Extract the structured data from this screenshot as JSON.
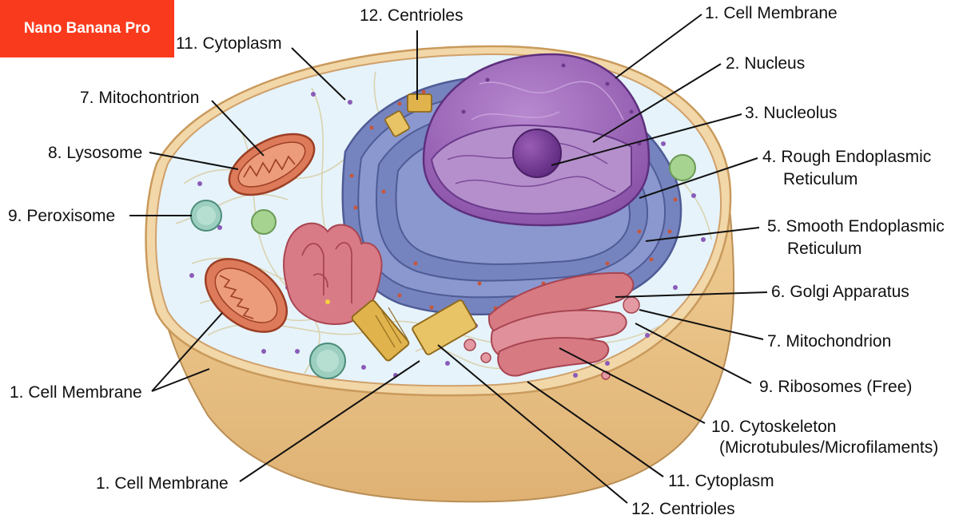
{
  "badge": {
    "text": "Nano Banana Pro"
  },
  "labels": {
    "cell_membrane_top": "1. Cell Membrane",
    "nucleus": "2. Nucleus",
    "nucleolus": "3. Nucleolus",
    "rough_er_1": "4. Rough Endoplasmic",
    "rough_er_2": "Reticulum",
    "smooth_er_1": "5. Smooth Endoplasmic",
    "smooth_er_2": "Reticulum",
    "golgi": "6. Golgi Apparatus",
    "mitochondrion_right": "7. Mitochondrion",
    "ribosomes": "9. Ribosomes (Free)",
    "cytoskeleton_1": "10. Cytoskeleton",
    "cytoskeleton_2": "(Microtubules/Microfilaments)",
    "cytoplasm_bottom": "11. Cytoplasm",
    "centrioles_bottom": "12. Centrioles",
    "centrioles_top": "12. Centrioles",
    "cytoplasm_top": "11. Cytoplasm",
    "mitochondrion_left": "7. Mitochontrion",
    "lysosome": "8. Lysosome",
    "peroxisome": "9. Peroxisome",
    "cell_membrane_left": "1. Cell Membrane",
    "cell_membrane_bottom": "1. Cell Membrane"
  },
  "colors": {
    "membrane": "#e8b878",
    "cytoplasm": "#e6f3fa",
    "nucleus": "#9a62b4",
    "er": "#6f7fb8",
    "golgi": "#d77a82",
    "mitochondrion": "#dd7a5a",
    "vesicle": "#95c995",
    "centriole": "#e0b34c",
    "ribosome": "#d56a3a",
    "label": "#111111",
    "badge": "#fa3a1d"
  }
}
